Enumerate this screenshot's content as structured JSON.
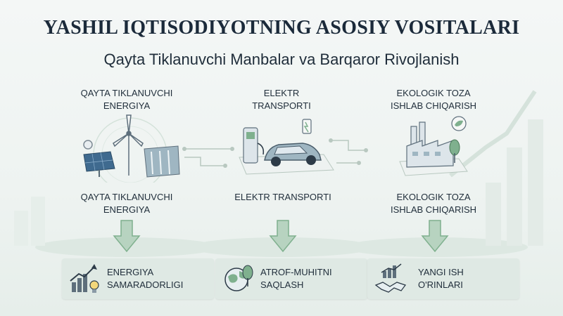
{
  "title": "YASHIL IQTISODIYOTNING ASOSIY VOSITALARI",
  "subtitle": "Qayta Tiklanuvchi Manbalar va Barqaror Rivojlanish",
  "columns": [
    {
      "top_label_1": "QAYTA TIKLANUVCHI",
      "top_label_2": "ENERGIYA",
      "mid_label_1": "QAYTA TIKLANUVCHI",
      "mid_label_2": "ENERGIYA",
      "card_1": "ENERGIYA",
      "card_2": "SAMARADORLIGI"
    },
    {
      "top_label_1": "ELEKTR",
      "top_label_2": "TRANSPORTI",
      "mid_label_1": "ELEKTR TRANSPORTI",
      "card_1": "ATROF-MUHITNI",
      "card_2": "SAQLASH"
    },
    {
      "top_label_1": "EKOLOGIK TOZA",
      "top_label_2": "ISHLAB CHIQARISH",
      "mid_label_1": "EKOLOGIK TOZA",
      "mid_label_2": "ISHLAB CHIQARISH",
      "card_1": "YANGI ISH",
      "card_2": "O'RINLARI"
    }
  ],
  "colors": {
    "accent_green": "#7fb08e",
    "arrow_fill": "#b7d3c0",
    "card_bg": "#dfe9e4",
    "text_dark": "#1f2d3a"
  }
}
